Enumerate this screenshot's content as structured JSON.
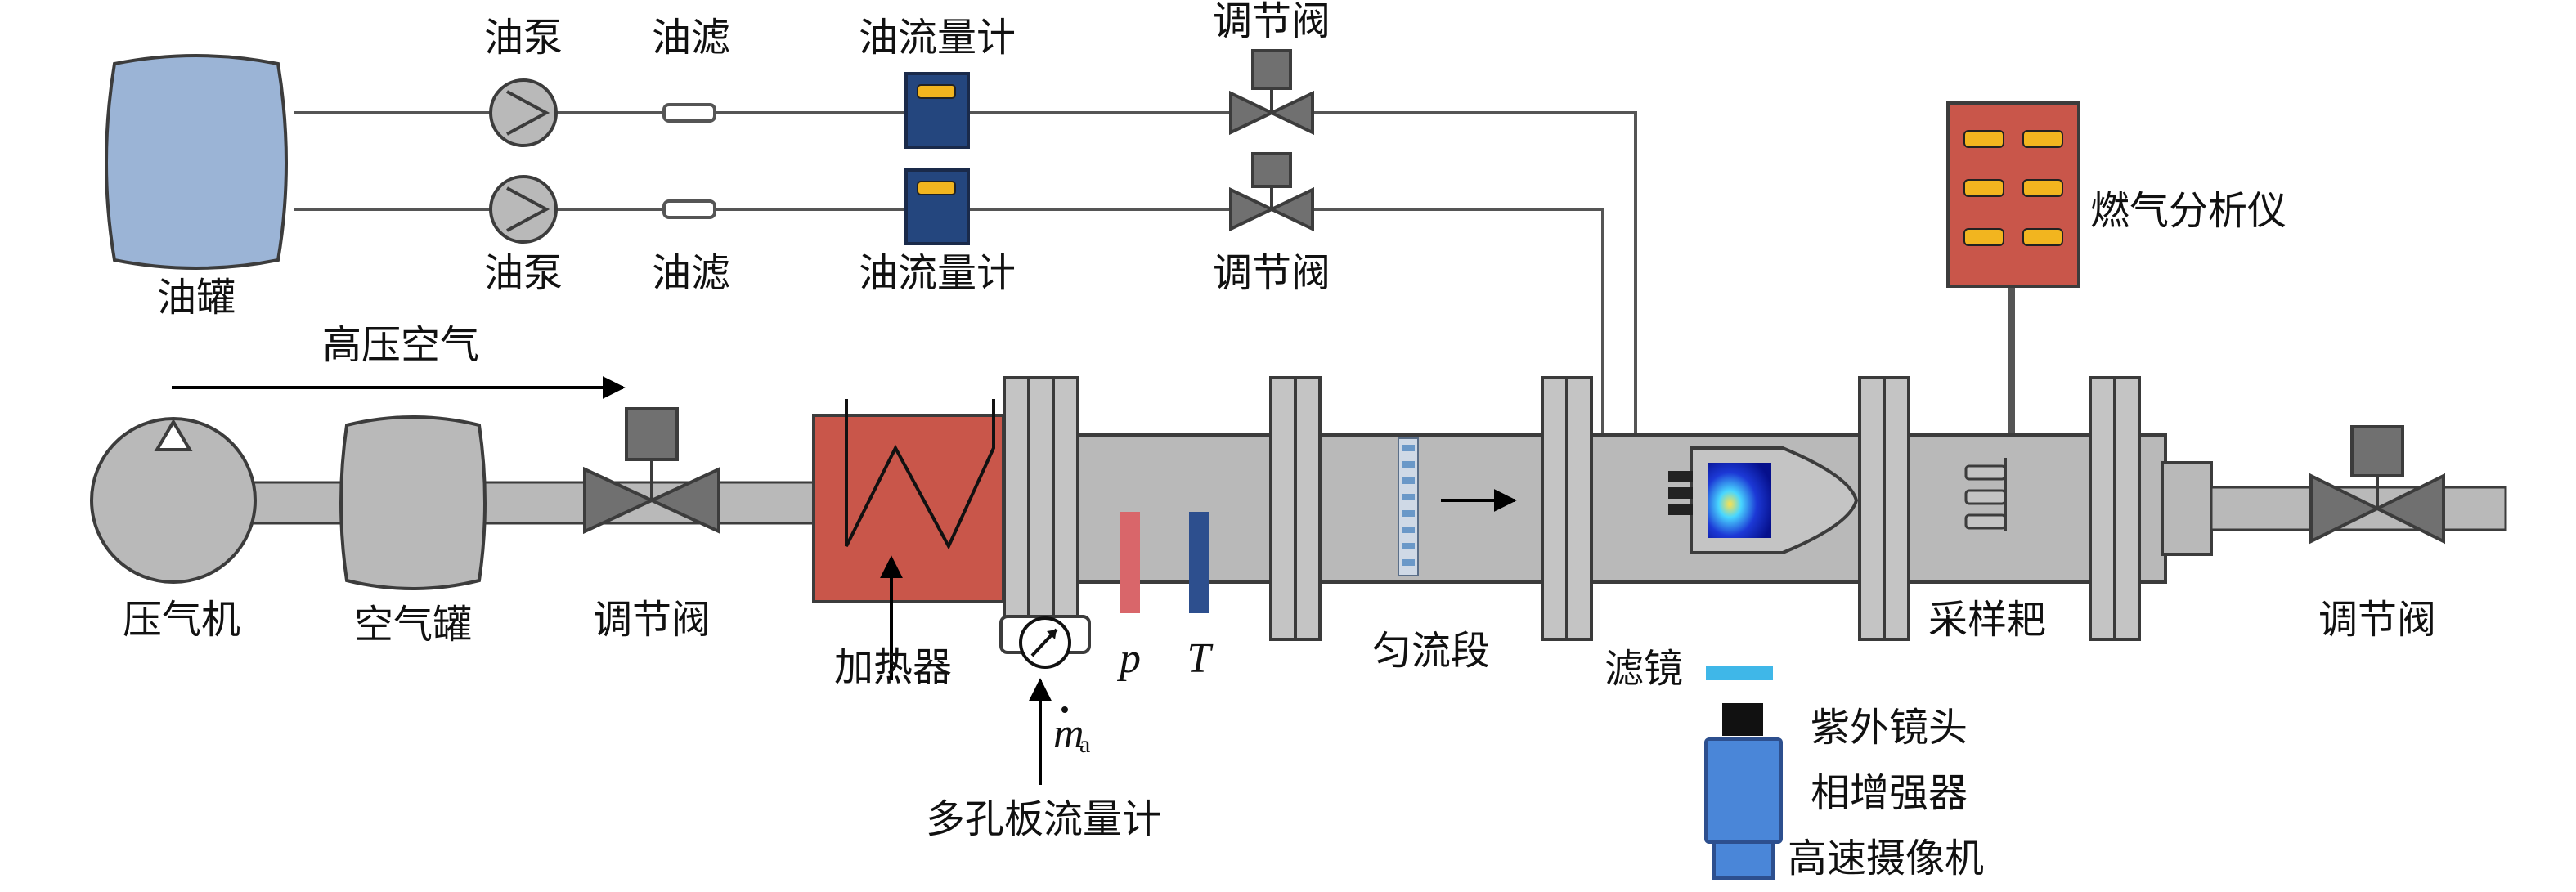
{
  "labels": {
    "oil_tank": "油罐",
    "oil_pump_top": "油泵",
    "oil_filter_top": "油滤",
    "oil_flowmeter_top": "油流量计",
    "valve_top": "调节阀",
    "oil_pump_bottom": "油泵",
    "oil_filter_bottom": "油滤",
    "oil_flowmeter_bottom": "油流量计",
    "valve_mid": "调节阀",
    "gas_analyzer": "燃气分析仪",
    "high_pressure_air": "高压空气",
    "compressor": "压气机",
    "air_tank": "空气罐",
    "valve_left": "调节阀",
    "heater": "加热器",
    "pressure_symbol": "p",
    "temperature_symbol": "T",
    "flow_straightener": "匀流段",
    "filter": "滤镜",
    "sampling_rake": "采样耙",
    "valve_right": "调节阀",
    "mass_flow_symbol": "m",
    "mass_flow_subscript": "a",
    "orifice_flowmeter": "多孔板流量计",
    "uv_lens": "紫外镜头",
    "intensifier": "相增强器",
    "high_speed_camera": "高速摄像机"
  },
  "colors": {
    "tank_blue": "#9bb4d6",
    "heater_red": "#c9564a",
    "analyzer_red": "#c9564a",
    "flowmeter_navy": "#24467e",
    "display_yellow": "#f2b51f",
    "pressure_probe": "#d9666a",
    "temperature_probe": "#2d4f8e",
    "filter_cyan": "#3fb7e8",
    "camera_blue": "#4a86d8",
    "lens_black": "#111111",
    "duct_gray": "#b9b9b9"
  }
}
